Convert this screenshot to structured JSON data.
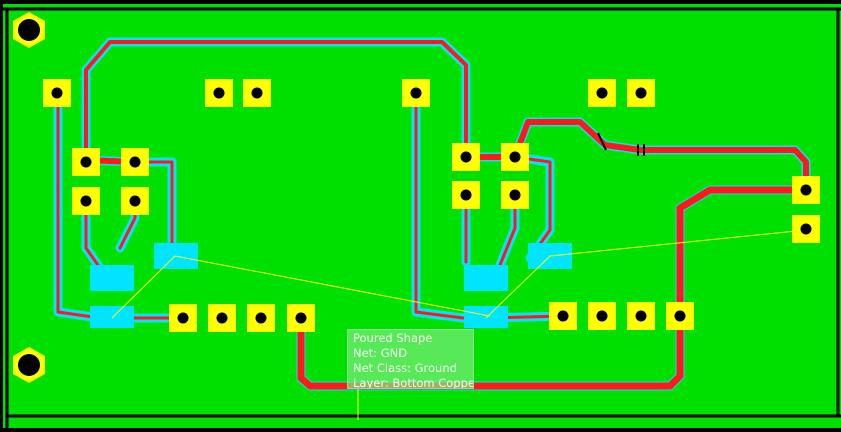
{
  "colors": {
    "background": "#000000",
    "copper_pour": "#00e000",
    "trace": "#ff1a1a",
    "clearance": "#00e5ff",
    "pad": "#ffff00",
    "pad_hole": "#000000",
    "ratsnest": "#ffff00",
    "outline": "#000000"
  },
  "tooltip": {
    "shape": "Poured Shape",
    "net": "Net: GND",
    "net_class": "Net Class: Ground",
    "layer": "Layer: Bottom Copper"
  },
  "icons": {
    "mounting_hole": "hexagon-hole-icon",
    "through_hole_pad": "square-pad-icon",
    "smd_pad": "smd-pad-icon"
  }
}
